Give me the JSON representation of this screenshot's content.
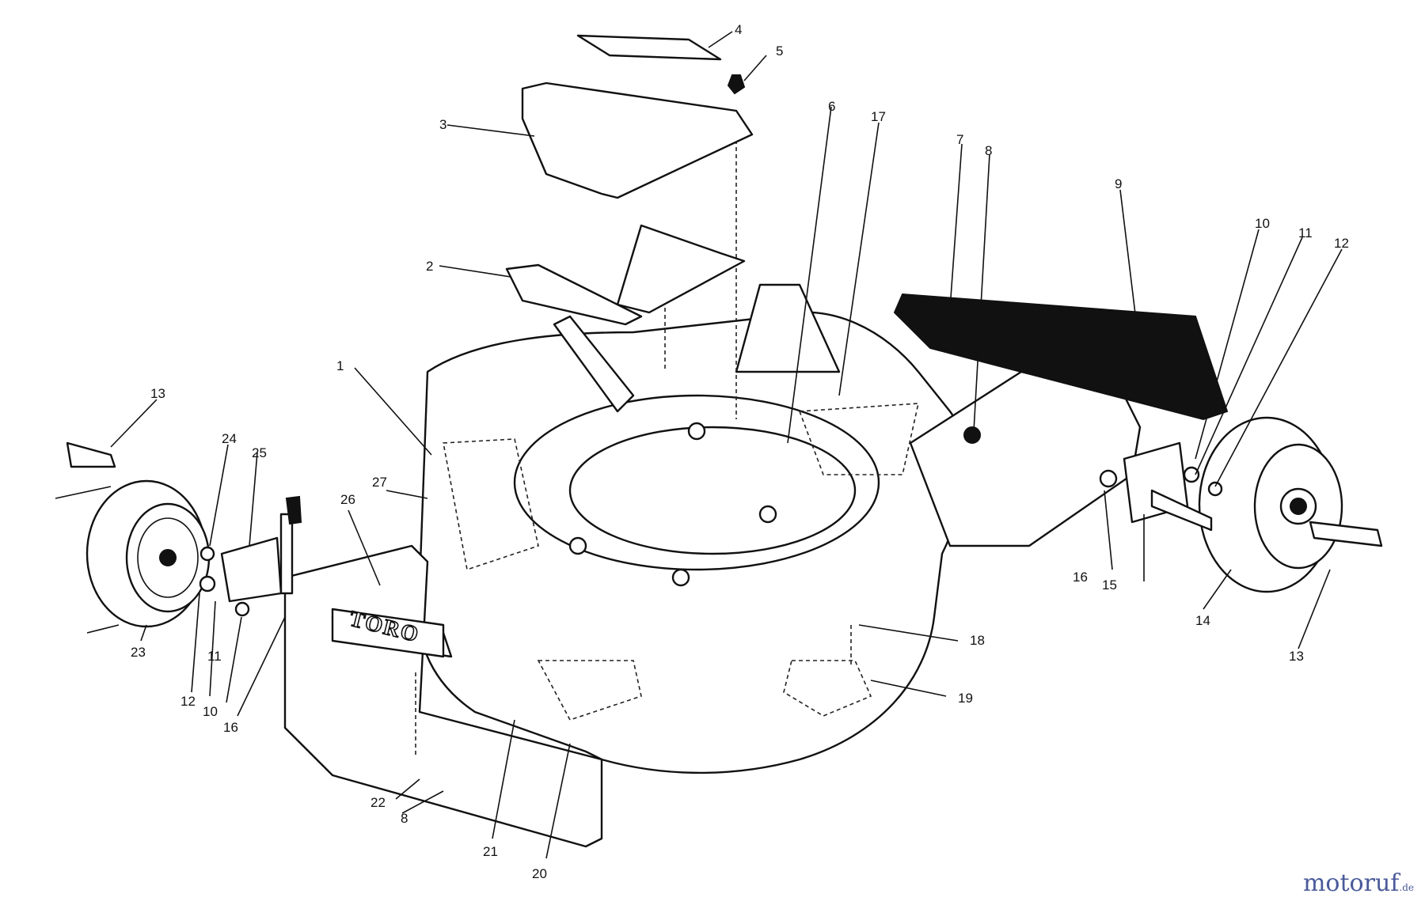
{
  "diagram": {
    "brand_label": "TORO",
    "callouts": [
      "1",
      "2",
      "3",
      "4",
      "5",
      "6",
      "7",
      "8",
      "9",
      "10",
      "11",
      "12",
      "13",
      "14",
      "15",
      "16",
      "17",
      "18",
      "19",
      "20",
      "21",
      "22",
      "23",
      "24",
      "25",
      "26",
      "27"
    ],
    "extra_callouts": {
      "c8b": "8",
      "c10b": "10",
      "c11b": "11",
      "c12b": "12",
      "c13b": "13",
      "c16b": "16"
    }
  },
  "watermark": {
    "name": "motoruf",
    "tld": ".de"
  }
}
